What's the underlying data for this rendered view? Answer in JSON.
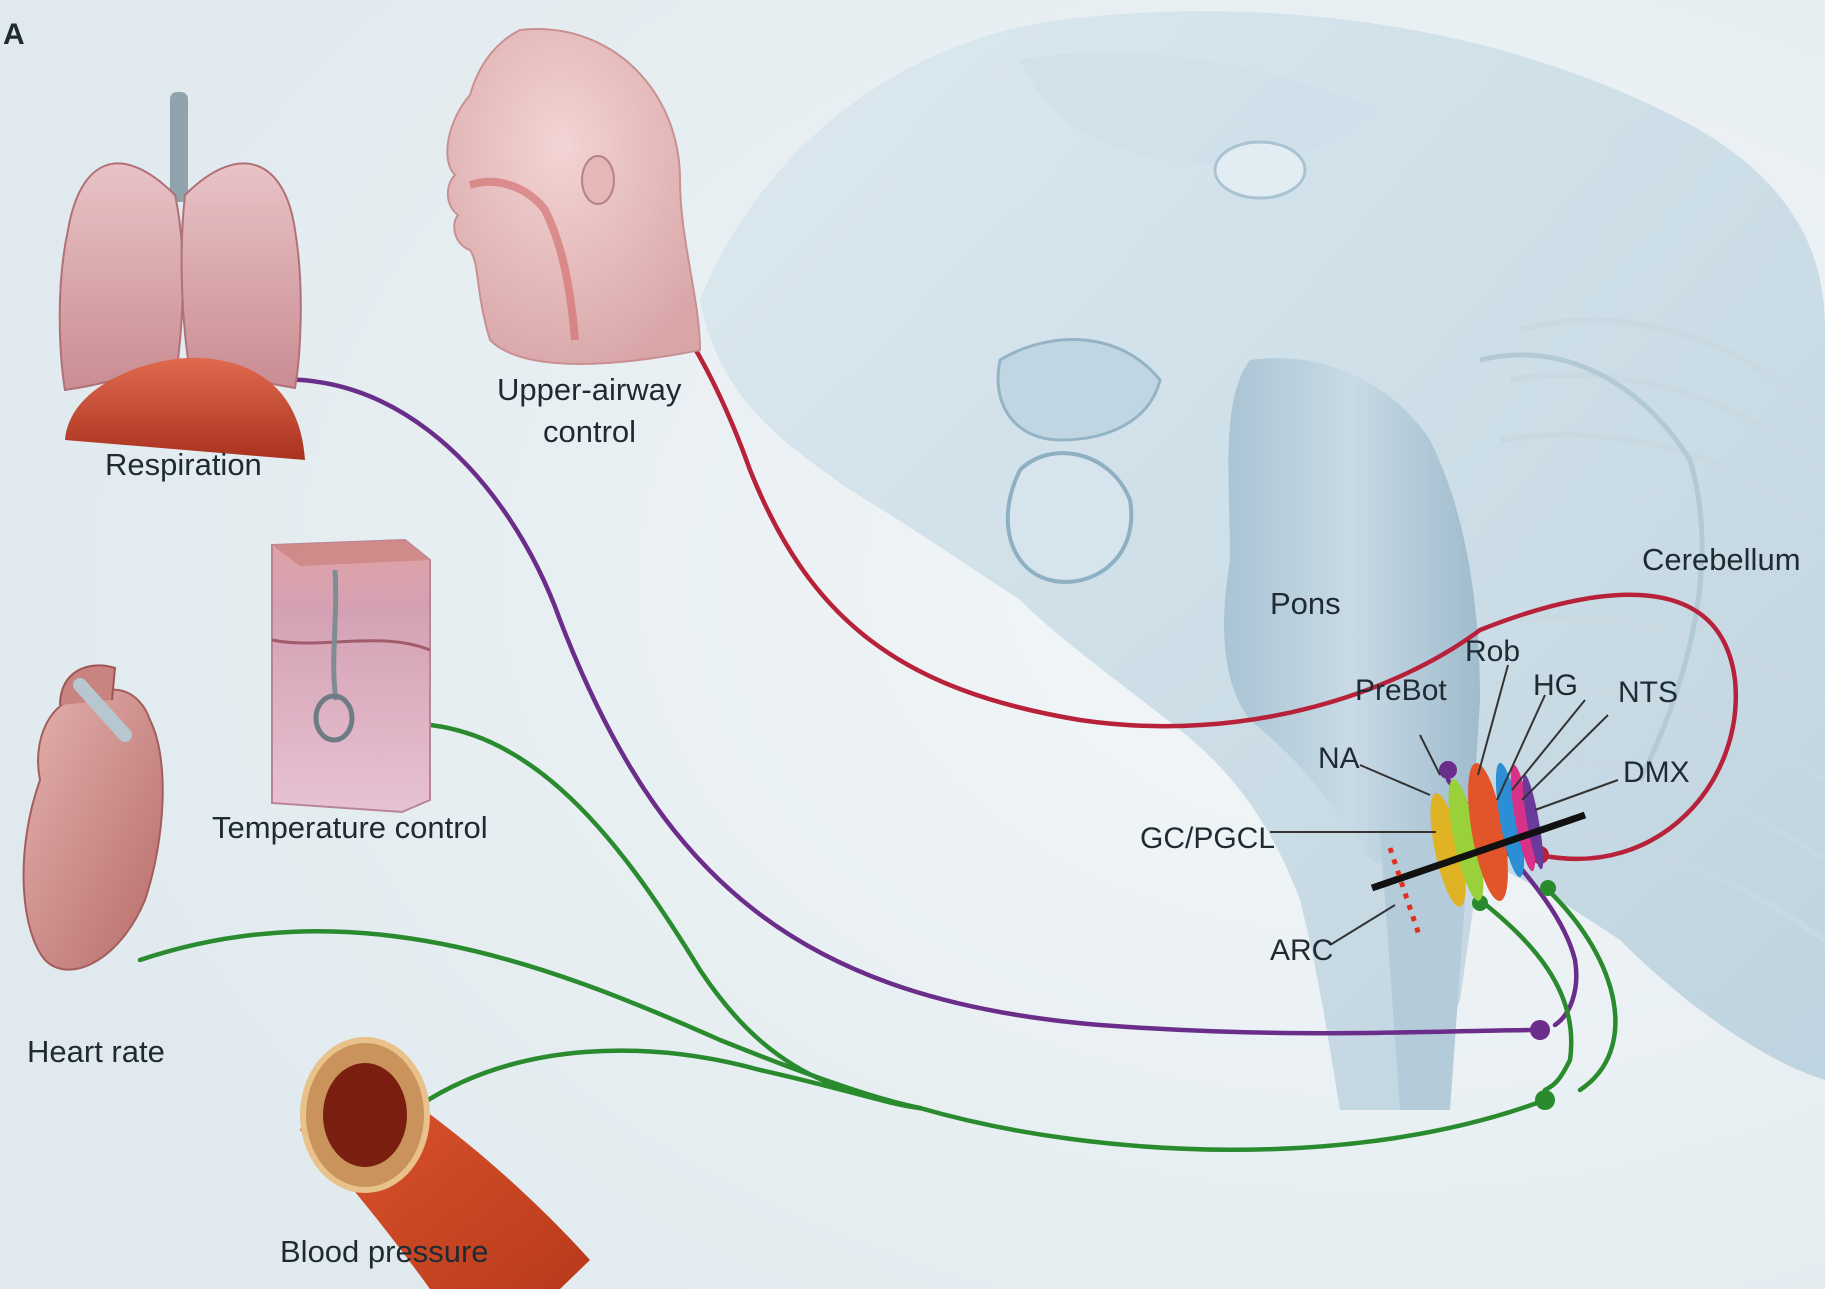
{
  "panel_label": "A",
  "organs": {
    "respiration": "Respiration",
    "upper_airway_line1": "Upper-airway",
    "upper_airway_line2": "control",
    "temperature": "Temperature control",
    "heart_rate": "Heart rate",
    "blood_pressure": "Blood pressure"
  },
  "brain_regions": {
    "pons": "Pons",
    "cerebellum": "Cerebellum"
  },
  "nuclei": {
    "rob": "Rob",
    "prebot": "PreBot",
    "hg": "HG",
    "nts": "NTS",
    "na": "NA",
    "dmx": "DMX",
    "gc_pgcl": "GC/PGCL",
    "arc": "ARC"
  },
  "pathway_colors": {
    "upper_airway": "#b8213a",
    "respiration": "#6b2d8a",
    "autonomic": "#2a8a2e"
  }
}
